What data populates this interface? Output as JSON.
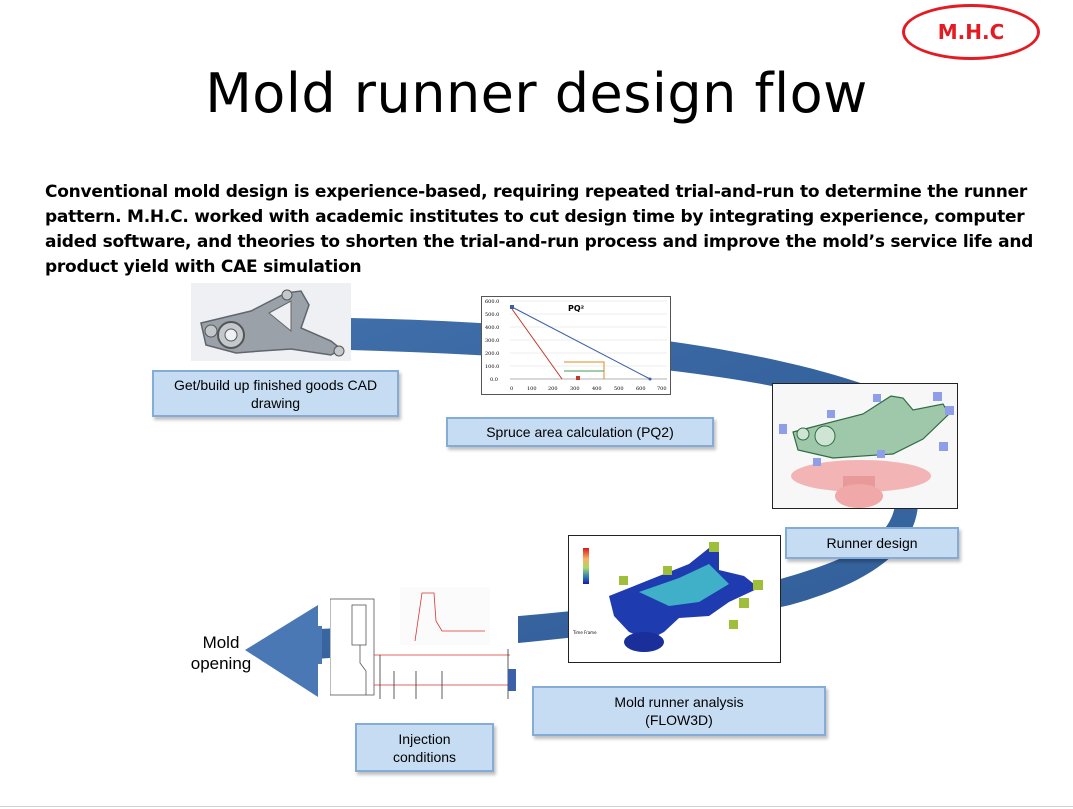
{
  "logo": "M.H.C",
  "title": "Mold runner design flow",
  "intro": "Conventional mold design is experience-based, requiring repeated trial-and-run to determine the runner pattern. M.H.C. worked with academic institutes to cut design time by integrating experience, computer aided software, and theories to shorten the trial-and-run process and improve the mold’s service life and product yield with CAE simulation",
  "steps": {
    "cad": "Get/build up finished goods CAD drawing",
    "pq2": "Spruce area calculation (PQ2)",
    "runner": "Runner design",
    "flow3d_line1": "Mold runner analysis",
    "flow3d_line2": "(FLOW3D)",
    "injection_line1": "Injection",
    "injection_line2": "conditions",
    "opening_line1": "Mold",
    "opening_line2": "opening"
  },
  "pq_chart": {
    "title": "PQ²",
    "yticks": [
      "600.0",
      "500.0",
      "400.0",
      "300.0",
      "200.0",
      "100.0",
      "0.0"
    ],
    "xticks": [
      "0",
      "100",
      "200",
      "300",
      "400",
      "500",
      "600",
      "700"
    ]
  },
  "colors": {
    "arrow": "#4a78b4",
    "box_fill": "#c5dcf3",
    "box_border": "#84acd6",
    "logo_red": "#e31b23"
  }
}
